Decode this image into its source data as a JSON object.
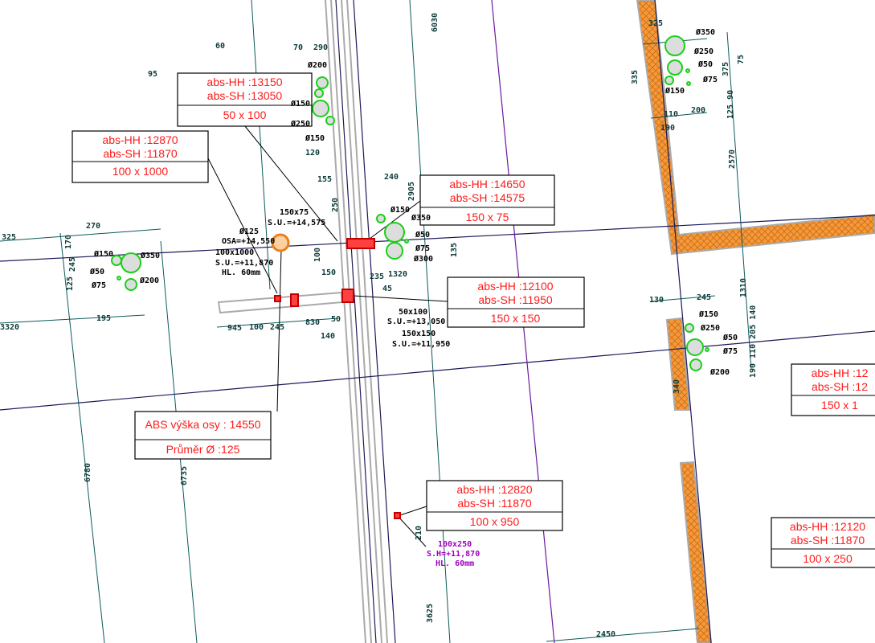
{
  "colors": {
    "wall": "#f39a3c",
    "box_text": "#ff1a1a",
    "pipe_ring": "#19d019",
    "axis": "#1a1a5a",
    "dimension": "#0c5a5a",
    "purple_line": "#6a1aa0",
    "magenta_text": "#a000c0",
    "opening": "#e00000"
  },
  "boxes": [
    {
      "hh": "abs-HH :13150",
      "sh": "abs-SH :13050",
      "size": "50  x   100"
    },
    {
      "hh": "abs-HH :12870",
      "sh": "abs-SH :11870",
      "size": "100  x  1000"
    },
    {
      "hh": "abs-HH :14650",
      "sh": "abs-SH :14575",
      "size": "150  x   75"
    },
    {
      "hh": "abs-HH :12100",
      "sh": "abs-SH :11950",
      "size": "150  x   150"
    },
    {
      "hh": "abs-HH :12",
      "sh": "abs-SH :12",
      "size": "150  x  1"
    },
    {
      "hh": "ABS výška osy : 14550",
      "sh": "Průměr Ø :125",
      "size": ""
    },
    {
      "hh": "abs-HH :12820",
      "sh": "abs-SH :11870",
      "size": "100  x   950"
    },
    {
      "hh": "abs-HH :12120",
      "sh": "abs-SH :11870",
      "size": "100  x   250"
    }
  ],
  "pipe_labels": [
    "Ø200",
    "Ø150",
    "Ø250",
    "Ø150",
    "Ø150",
    "Ø350",
    "Ø50",
    "Ø75",
    "Ø300",
    "Ø150",
    "Ø350",
    "Ø50",
    "Ø75",
    "Ø200",
    "Ø350",
    "Ø250",
    "Ø50",
    "Ø75",
    "Ø150",
    "Ø150",
    "Ø250",
    "Ø50",
    "Ø75",
    "Ø200"
  ],
  "annotations": [
    "150x75",
    "S.U.=+14,575",
    "Ø125",
    "OSA=+14,550",
    "100x1000",
    "S.U.=+11,870",
    "HL. 60mm",
    "50x100",
    "S.U.=+13,050",
    "150x150",
    "S.U.=+11,950"
  ],
  "magenta_notes": [
    "100x250",
    "S.H=+11,870",
    "HL. 60mm"
  ],
  "dimensions": [
    "70",
    "290",
    "120",
    "155",
    "240",
    "250",
    "100",
    "150",
    "235",
    "1320",
    "45",
    "945",
    "100",
    "245",
    "830",
    "50",
    "140",
    "195",
    "3320",
    "170",
    "245",
    "125",
    "6780",
    "6735",
    "6030",
    "2905",
    "135",
    "2570",
    "1310",
    "110",
    "190",
    "200",
    "375",
    "125 90",
    "75",
    "335",
    "325",
    "2450",
    "3625",
    "210",
    "130",
    "245",
    "190 110 205 140",
    "340",
    "325",
    "270",
    "95",
    "60"
  ]
}
